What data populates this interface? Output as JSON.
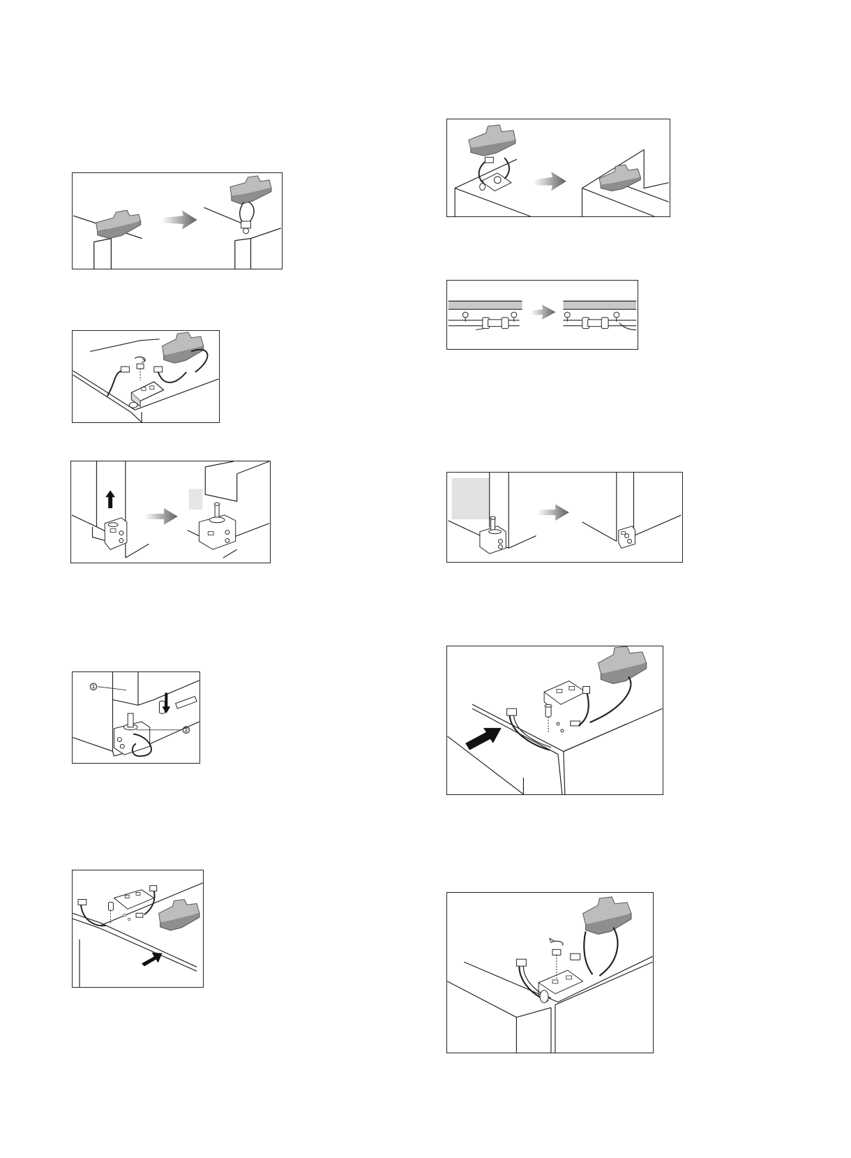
{
  "figures": [
    {
      "id": "fig-left-1",
      "description_hidden": true
    },
    {
      "id": "fig-left-2"
    },
    {
      "id": "fig-left-3"
    },
    {
      "id": "fig-left-4",
      "callouts": [
        "①",
        "②"
      ]
    },
    {
      "id": "fig-left-5"
    },
    {
      "id": "fig-right-1"
    },
    {
      "id": "fig-right-2"
    },
    {
      "id": "fig-right-3"
    },
    {
      "id": "fig-right-4"
    },
    {
      "id": "fig-right-5"
    }
  ],
  "colors": {
    "line": "#222222",
    "part_fill": "#b8b8b8",
    "part_shadow": "#8e8e8e",
    "arrow_start": "#ffffff",
    "arrow_end": "#6a6a6a",
    "panel_shade": "#e6e6e6"
  },
  "icons": [
    "right-arrow-icon",
    "up-arrow-icon",
    "down-arrow-icon",
    "push-arrow-icon",
    "screw-rotate-icon"
  ]
}
